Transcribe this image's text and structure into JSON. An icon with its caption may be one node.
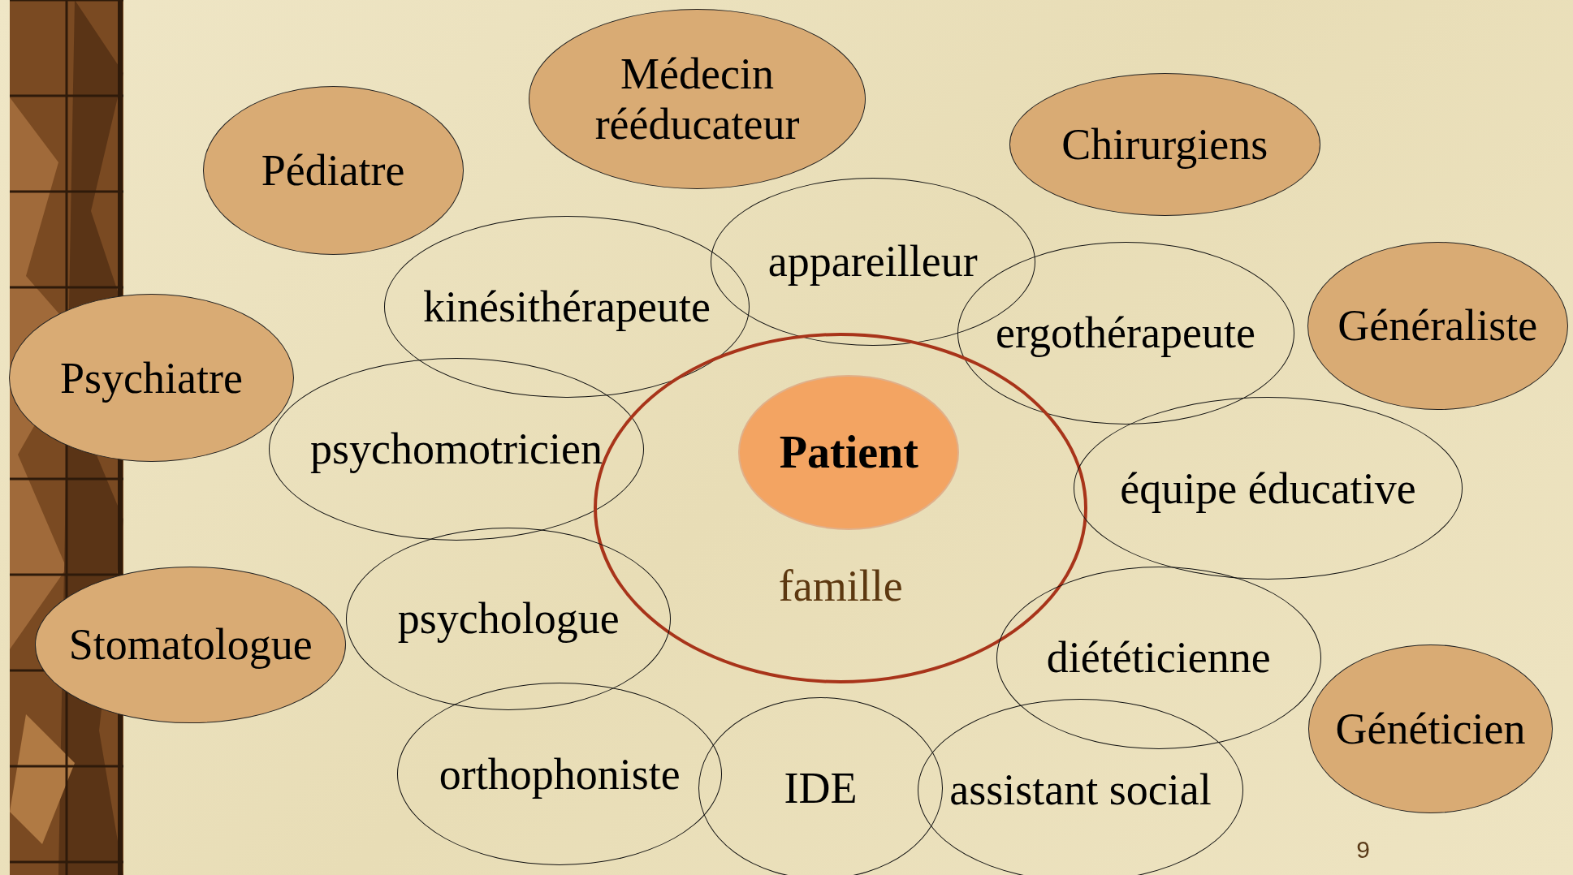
{
  "diagram": {
    "nodes": [
      {
        "text": [
          "Médecin rééducateur"
        ]
      },
      {
        "text": [
          "Pédiatre"
        ]
      },
      {
        "text": [
          "Chirurgiens"
        ]
      },
      {
        "text": [
          "Généraliste"
        ]
      },
      {
        "text": [
          "Psychiatre"
        ]
      },
      {
        "text": [
          "Stomatologue"
        ]
      },
      {
        "text": [
          "Généticien"
        ]
      },
      {
        "text": [
          "kinésithérapeute"
        ]
      },
      {
        "text": [
          "appareilleur"
        ]
      },
      {
        "text": [
          "ergothérapeute"
        ]
      },
      {
        "text": [
          "psychomotricien"
        ]
      },
      {
        "text": [
          "famille"
        ]
      },
      {
        "text": [
          "Patient"
        ],
        "in": 11
      },
      {
        "text": [
          "équipe éducative"
        ]
      },
      {
        "text": [
          "psychologue"
        ]
      },
      {
        "text": [
          "diététicienne"
        ]
      },
      {
        "text": [
          "orthophoniste"
        ]
      },
      {
        "text": [
          "IDE"
        ]
      },
      {
        "text": [
          "assistant social"
        ]
      }
    ],
    "edges": [],
    "labels": [
      "9"
    ]
  }
}
